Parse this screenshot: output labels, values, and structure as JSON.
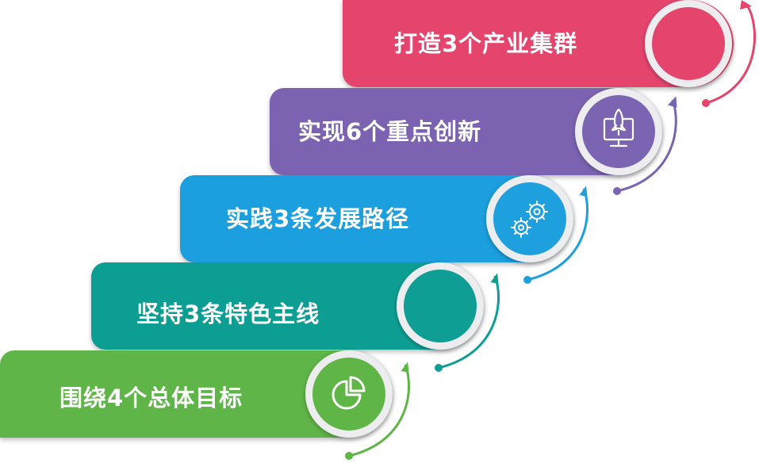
{
  "steps": [
    {
      "label": "打造3个产业集群",
      "color": "#E5456D",
      "icon": "blank-icon"
    },
    {
      "label": "实现6个重点创新",
      "color": "#7B64B2",
      "icon": "rocket-monitor-icon"
    },
    {
      "label": "实践3条发展路径",
      "color": "#1E9FDE",
      "icon": "gears-icon"
    },
    {
      "label": "坚持3条特色主线",
      "color": "#0E9E93",
      "icon": "blank-icon"
    },
    {
      "label": "围绕4个总体目标",
      "color": "#5FB546",
      "icon": "pie-chart-icon"
    }
  ]
}
